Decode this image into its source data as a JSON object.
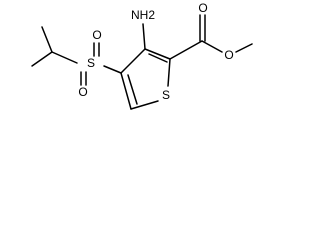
{
  "molecule": {
    "atoms": {
      "amino": "NH2",
      "sulfonyl_s": "S",
      "sulfonyl_o_top": "O",
      "sulfonyl_o_bottom": "O",
      "thiophene_s": "S",
      "carbonyl_o": "O",
      "ester_o": "O"
    }
  }
}
